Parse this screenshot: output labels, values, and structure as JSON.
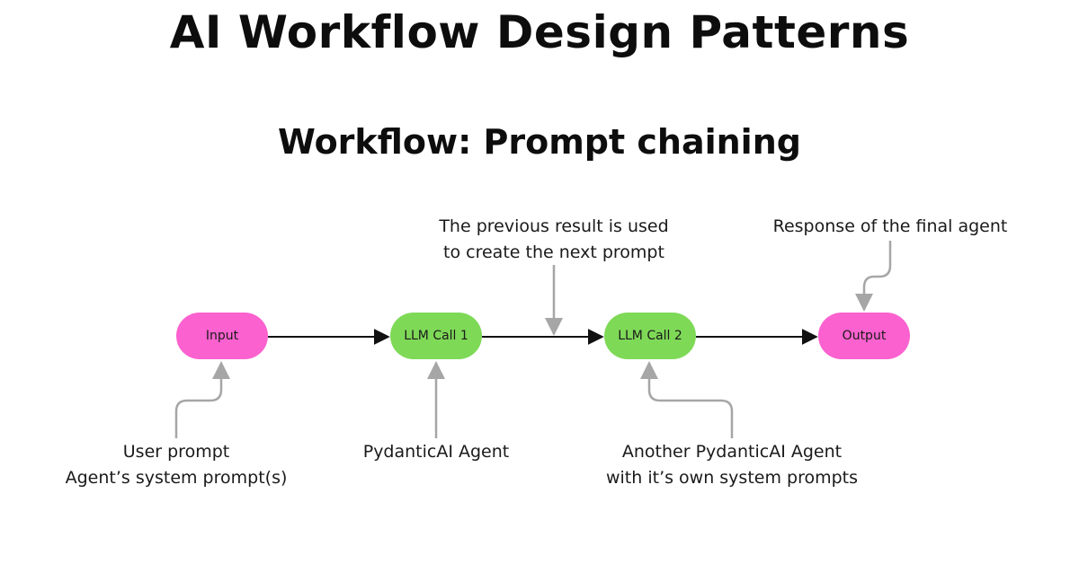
{
  "title": "AI Workflow Design Patterns",
  "subtitle": "Workflow: Prompt chaining",
  "nodes": {
    "input": "Input",
    "llm_call_1": "LLM Call 1",
    "llm_call_2": "LLM Call 2",
    "output": "Output"
  },
  "annotations": {
    "previous_result": {
      "line1": "The previous result is used",
      "line2": "to create the next prompt"
    },
    "final_response": {
      "line1": "Response of the final agent"
    },
    "user_prompt": {
      "line1": "User prompt",
      "line2": "Agent’s system prompt(s)"
    },
    "agent": {
      "line1": "PydanticAI Agent"
    },
    "another_agent": {
      "line1": "Another PydanticAI Agent",
      "line2": "with it’s own system prompts"
    }
  },
  "colors": {
    "terminal_node": "#fb61cf",
    "llm_node": "#7ed957",
    "flow_arrow": "#111111",
    "annotation_arrow": "#a6a6a6"
  }
}
